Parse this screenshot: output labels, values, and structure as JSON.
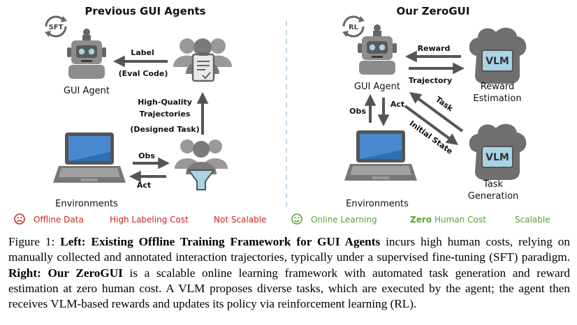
{
  "left": {
    "title": "Previous GUI Agents",
    "cycle_badge": "SFT",
    "agent_label": "GUI Agent",
    "label_arrow": "Label",
    "eval_code": "(Eval Code)",
    "traj_line1": "High-Quality",
    "traj_line2": "Trajectories",
    "traj_line3": "(Designed Task)",
    "obs": "Obs",
    "act": "Act",
    "env_label": "Environments",
    "tags": [
      "Offline Data",
      "High Labeling Cost",
      "Not Scalable"
    ]
  },
  "right": {
    "title": "Our ZeroGUI",
    "cycle_badge": "RL",
    "agent_label": "GUI Agent",
    "reward": "Reward",
    "trajectory": "Trajectory",
    "vlm_top": "VLM",
    "reward_est1": "Reward",
    "reward_est2": "Estimation",
    "task": "Task",
    "initial_state": "Initial State",
    "vlm_bottom": "VLM",
    "task_gen1": "Task",
    "task_gen2": "Generation",
    "obs": "Obs",
    "act": "Act",
    "env_label": "Environments",
    "tags": [
      "Online Learning",
      "Zero",
      "Human Cost",
      "Scalable"
    ]
  },
  "colors": {
    "red_tag": "#cc2222",
    "green_tag": "#5aa02c",
    "gray_icon": "#8a8a8a",
    "dark_icon": "#555555",
    "monitor_blue": "#2f6fb5",
    "vlm_fill": "#a9d3e6"
  },
  "caption": {
    "fig": "Figure 1: ",
    "left_bold": "Left: Existing Offline Training Framework for GUI Agents",
    "left_text": " incurs high human costs, relying on manually collected and annotated interaction trajectories, typically under a supervised fine-tuning (SFT) paradigm. ",
    "right_bold": "Right: Our ZeroGUI",
    "right_text": " is a scalable online learning framework with automated task generation and reward estimation at zero human cost. A VLM proposes diverse tasks, which are executed by the agent; the agent then receives VLM-based rewards and updates its policy via reinforcement learning (RL)."
  }
}
